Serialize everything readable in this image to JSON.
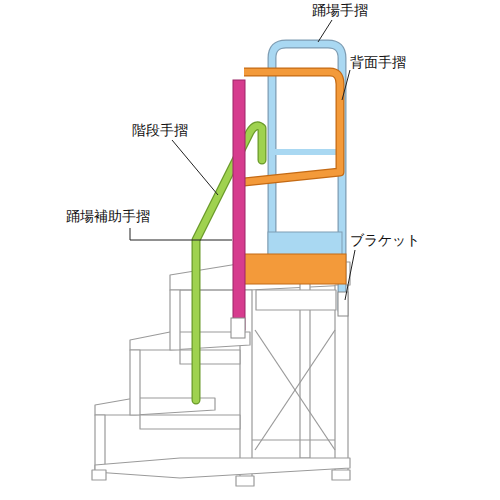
{
  "diagram": {
    "labels": [
      "踊場手摺",
      "背面手摺",
      "階段手摺",
      "踊場補助手摺",
      "ブラケット"
    ]
  }
}
